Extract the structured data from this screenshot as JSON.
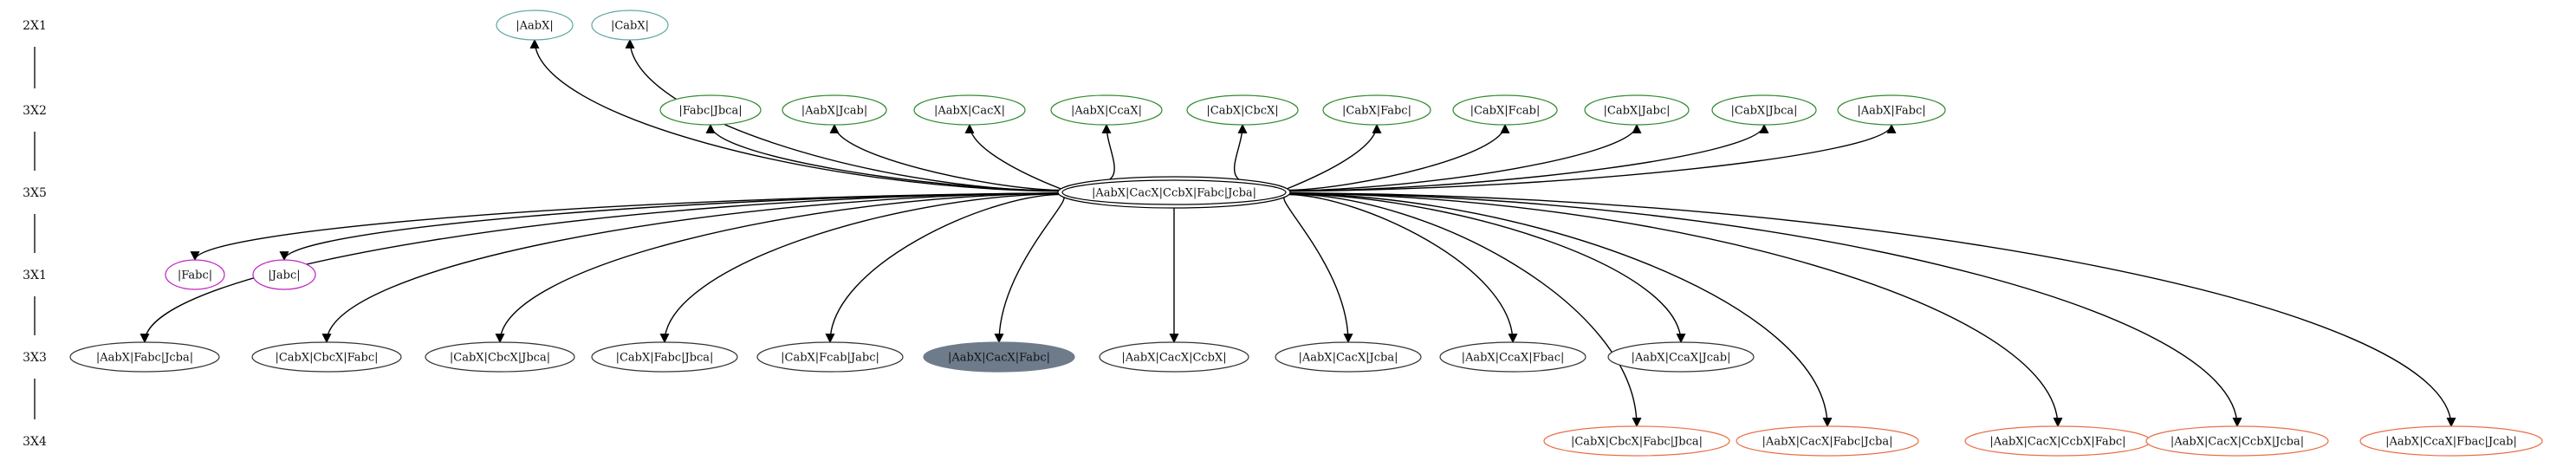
{
  "graph": {
    "ranks": [
      {
        "id": "r2x1",
        "label": "2X1"
      },
      {
        "id": "r3x2",
        "label": "3X2"
      },
      {
        "id": "r3x5",
        "label": "3X5"
      },
      {
        "id": "r3x1",
        "label": "3X1"
      },
      {
        "id": "r3x3",
        "label": "3X3"
      },
      {
        "id": "r3x4",
        "label": "3X4"
      }
    ],
    "nodes": [
      {
        "id": "n0",
        "label": "|AabX|",
        "rank": "r2x1",
        "color": "#5fa8a0",
        "style": "outline"
      },
      {
        "id": "n1",
        "label": "|CabX|",
        "rank": "r2x1",
        "color": "#5fa8a0",
        "style": "outline"
      },
      {
        "id": "n2",
        "label": "|Fabc|Jbca|",
        "rank": "r3x2",
        "color": "#2e8b2e",
        "style": "outline"
      },
      {
        "id": "n3",
        "label": "|AabX|Jcab|",
        "rank": "r3x2",
        "color": "#2e8b2e",
        "style": "outline"
      },
      {
        "id": "n4",
        "label": "|AabX|CacX|",
        "rank": "r3x2",
        "color": "#2e8b2e",
        "style": "outline"
      },
      {
        "id": "n5",
        "label": "|AabX|CcaX|",
        "rank": "r3x2",
        "color": "#2e8b2e",
        "style": "outline"
      },
      {
        "id": "n6",
        "label": "|CabX|CbcX|",
        "rank": "r3x2",
        "color": "#2e8b2e",
        "style": "outline"
      },
      {
        "id": "n7",
        "label": "|CabX|Fabc|",
        "rank": "r3x2",
        "color": "#2e8b2e",
        "style": "outline"
      },
      {
        "id": "n8",
        "label": "|CabX|Fcab|",
        "rank": "r3x2",
        "color": "#2e8b2e",
        "style": "outline"
      },
      {
        "id": "n9",
        "label": "|CabX|Jabc|",
        "rank": "r3x2",
        "color": "#2e8b2e",
        "style": "outline"
      },
      {
        "id": "n10",
        "label": "|CabX|Jbca|",
        "rank": "r3x2",
        "color": "#2e8b2e",
        "style": "outline"
      },
      {
        "id": "n11",
        "label": "|AabX|Fabc|",
        "rank": "r3x2",
        "color": "#2e8b2e",
        "style": "outline"
      },
      {
        "id": "n12",
        "label": "|AabX|CacX|CcbX|Fabc|Jcba|",
        "rank": "r3x5",
        "color": "#000000",
        "style": "double"
      },
      {
        "id": "n13",
        "label": "|Fabc|",
        "rank": "r3x1",
        "color": "#c020c0",
        "style": "outline"
      },
      {
        "id": "n14",
        "label": "|Jabc|",
        "rank": "r3x1",
        "color": "#c020c0",
        "style": "outline"
      },
      {
        "id": "n15",
        "label": "|AabX|Fabc|Jcba|",
        "rank": "r3x3",
        "color": "#333333",
        "style": "outline"
      },
      {
        "id": "n16",
        "label": "|CabX|CbcX|Fabc|",
        "rank": "r3x3",
        "color": "#333333",
        "style": "outline"
      },
      {
        "id": "n17",
        "label": "|CabX|CbcX|Jbca|",
        "rank": "r3x3",
        "color": "#333333",
        "style": "outline"
      },
      {
        "id": "n18",
        "label": "|CabX|Fabc|Jbca|",
        "rank": "r3x3",
        "color": "#333333",
        "style": "outline"
      },
      {
        "id": "n19",
        "label": "|CabX|Fcab|Jabc|",
        "rank": "r3x3",
        "color": "#333333",
        "style": "outline"
      },
      {
        "id": "n20",
        "label": "|AabX|CacX|Fabc|",
        "rank": "r3x3",
        "color": "#6e7b8b",
        "style": "filled"
      },
      {
        "id": "n21",
        "label": "|AabX|CacX|CcbX|",
        "rank": "r3x3",
        "color": "#333333",
        "style": "outline"
      },
      {
        "id": "n22",
        "label": "|AabX|CacX|Jcba|",
        "rank": "r3x3",
        "color": "#333333",
        "style": "outline"
      },
      {
        "id": "n23",
        "label": "|AabX|CcaX|Fbac|",
        "rank": "r3x3",
        "color": "#333333",
        "style": "outline"
      },
      {
        "id": "n24",
        "label": "|AabX|CcaX|Jcab|",
        "rank": "r3x3",
        "color": "#333333",
        "style": "outline"
      },
      {
        "id": "n25",
        "label": "|CabX|CbcX|Fabc|Jbca|",
        "rank": "r3x4",
        "color": "#e8714a",
        "style": "outline"
      },
      {
        "id": "n26",
        "label": "|AabX|CacX|Fabc|Jcba|",
        "rank": "r3x4",
        "color": "#e8714a",
        "style": "outline"
      },
      {
        "id": "n27",
        "label": "|AabX|CacX|CcbX|Fabc|",
        "rank": "r3x4",
        "color": "#e8714a",
        "style": "outline"
      },
      {
        "id": "n28",
        "label": "|AabX|CacX|CcbX|Jcba|",
        "rank": "r3x4",
        "color": "#e8714a",
        "style": "outline"
      },
      {
        "id": "n29",
        "label": "|AabX|CcaX|Fbac|Jcab|",
        "rank": "r3x4",
        "color": "#e8714a",
        "style": "outline"
      }
    ],
    "edges": [
      {
        "from": "n12",
        "to": "n0"
      },
      {
        "from": "n12",
        "to": "n1"
      },
      {
        "from": "n12",
        "to": "n2"
      },
      {
        "from": "n12",
        "to": "n3"
      },
      {
        "from": "n12",
        "to": "n4"
      },
      {
        "from": "n12",
        "to": "n5"
      },
      {
        "from": "n12",
        "to": "n6"
      },
      {
        "from": "n12",
        "to": "n7"
      },
      {
        "from": "n12",
        "to": "n8"
      },
      {
        "from": "n12",
        "to": "n9"
      },
      {
        "from": "n12",
        "to": "n10"
      },
      {
        "from": "n12",
        "to": "n11"
      },
      {
        "from": "n12",
        "to": "n13"
      },
      {
        "from": "n12",
        "to": "n14"
      },
      {
        "from": "n12",
        "to": "n15"
      },
      {
        "from": "n12",
        "to": "n16"
      },
      {
        "from": "n12",
        "to": "n17"
      },
      {
        "from": "n12",
        "to": "n18"
      },
      {
        "from": "n12",
        "to": "n19"
      },
      {
        "from": "n12",
        "to": "n20"
      },
      {
        "from": "n12",
        "to": "n21"
      },
      {
        "from": "n12",
        "to": "n22"
      },
      {
        "from": "n12",
        "to": "n23"
      },
      {
        "from": "n12",
        "to": "n24"
      },
      {
        "from": "n12",
        "to": "n25"
      },
      {
        "from": "n12",
        "to": "n26"
      },
      {
        "from": "n12",
        "to": "n27"
      },
      {
        "from": "n12",
        "to": "n28"
      },
      {
        "from": "n12",
        "to": "n29"
      }
    ]
  }
}
